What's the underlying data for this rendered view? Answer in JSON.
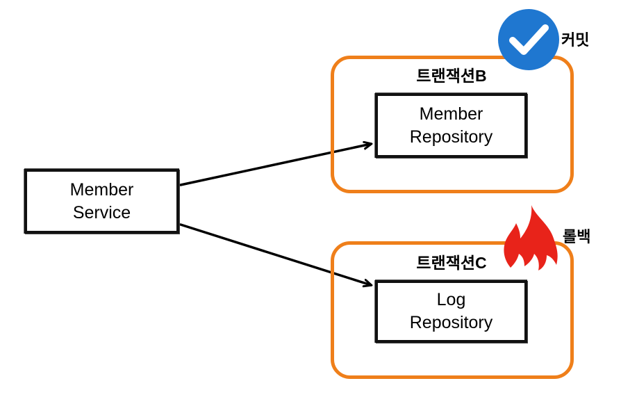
{
  "transactions": {
    "b": {
      "label": "트랜잭션B"
    },
    "c": {
      "label": "트랜잭션C"
    }
  },
  "components": {
    "member_service": {
      "line1": "Member",
      "line2": "Service"
    },
    "member_repository": {
      "line1": "Member",
      "line2": "Repository"
    },
    "log_repository": {
      "line1": "Log",
      "line2": "Repository"
    }
  },
  "status": {
    "commit": {
      "label": "커밋",
      "icon": "check-circle-icon",
      "color": "#1F77D0"
    },
    "rollback": {
      "label": "롤백",
      "icon": "fire-icon",
      "color": "#E8231A"
    }
  },
  "colors": {
    "transaction_border": "#EF7F1A",
    "box_border": "#111111"
  }
}
